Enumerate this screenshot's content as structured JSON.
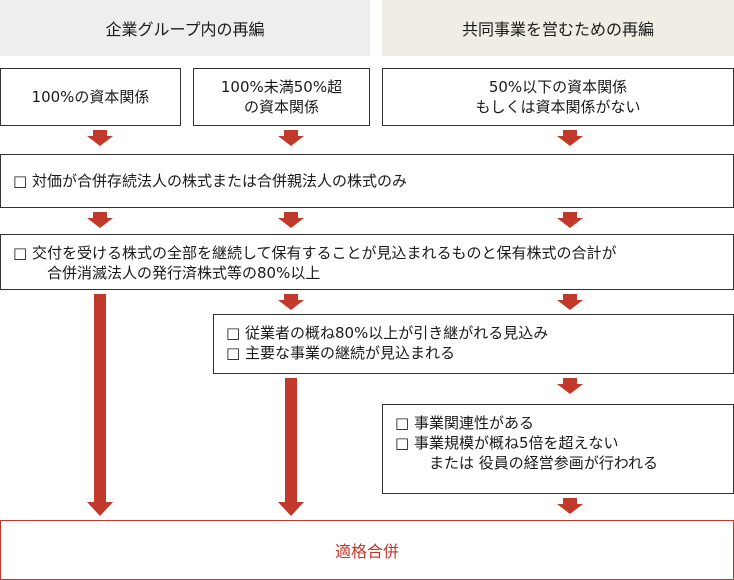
{
  "headers": {
    "left": "企業グループ内の再編",
    "right": "共同事業を営むための再編"
  },
  "top_boxes": {
    "b1": "100%の資本関係",
    "b2_line1": "100%未満50%超",
    "b2_line2": "の資本関係",
    "b3_line1": "50%以下の資本関係",
    "b3_line2": "もしくは資本関係がない"
  },
  "conditions": {
    "consideration": "□  対価が合併存続法人の株式または合併親法人の株式のみ",
    "shares_line1": "□  交付を受ける株式の全部を継続して保有することが見込まれるものと保有株式の合計が",
    "shares_line2": "合併消滅法人の発行済株式等の80%以上",
    "employees": "□  従業者の概ね80%以上が引き継がれる見込み",
    "business": "□  主要な事業の継続が見込まれる",
    "relevance": "□  事業関連性がある",
    "scale": "□  事業規模が概ね5倍を超えない",
    "scale_or": "または  役員の経営参画が行われる"
  },
  "result": "適格合併",
  "colors": {
    "arrow": "#c0392b",
    "border": "#333333"
  }
}
